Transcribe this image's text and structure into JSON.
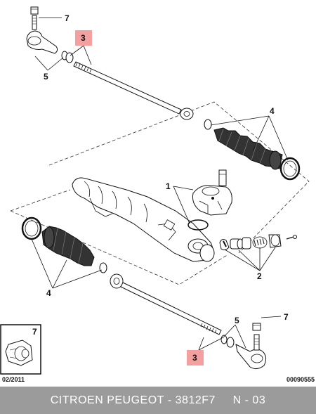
{
  "callouts": {
    "c1": "1",
    "c2": "2",
    "c3_top": "3",
    "c3_bottom": "3",
    "c4_top": "4",
    "c4_bottom": "4",
    "c5_top": "5",
    "c5_bottom": "5",
    "c7_top": "7",
    "c7_bottom": "7",
    "c7_inset": "7"
  },
  "date_code": "02/2011",
  "diagram_ref": "00090555",
  "footer": {
    "brand": "CITROEN PEUGEOT",
    "separator": " - ",
    "part_number": "3812F7",
    "page": "N - 03"
  },
  "colors": {
    "highlight": "#f4a0a0",
    "footer_bg": "#9b9b9b",
    "line": "#111111"
  }
}
